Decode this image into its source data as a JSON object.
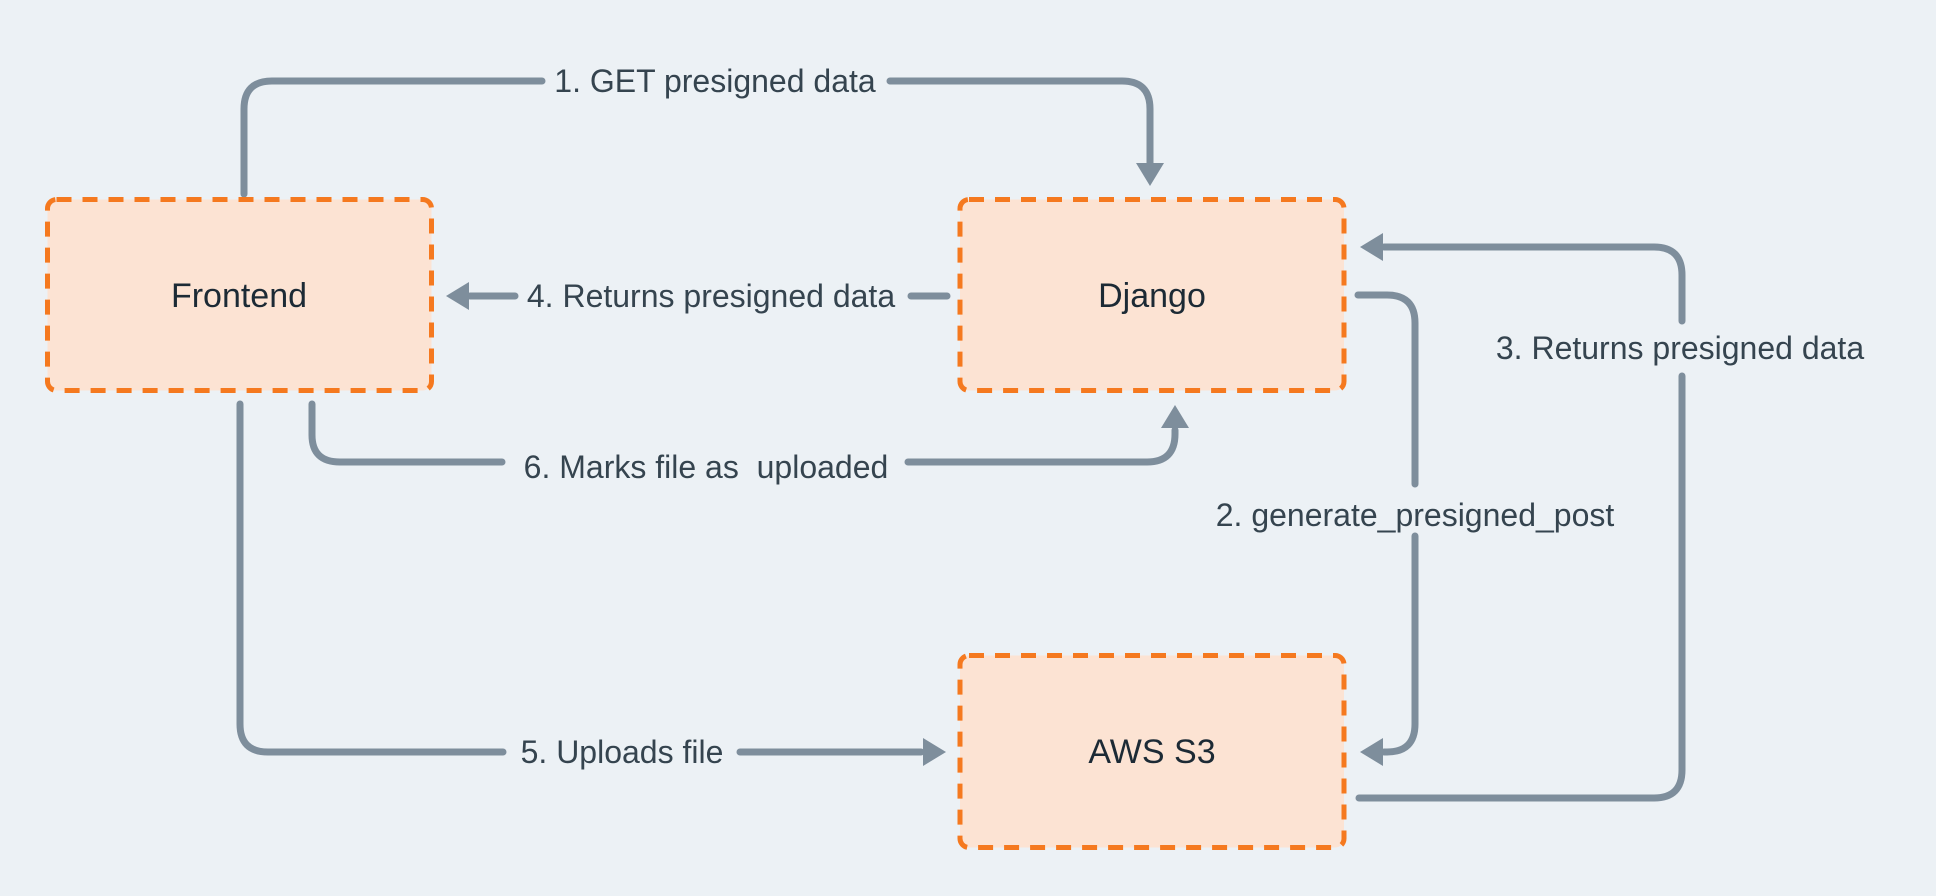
{
  "colors": {
    "bg": "#ecf1f5",
    "node-fill": "#fce3d3",
    "node-border": "#f5791f",
    "arrow": "#7e8e9c",
    "edge-label": "#35444f",
    "node-label": "#1c2a35"
  },
  "nodes": {
    "frontend": {
      "label": "Frontend"
    },
    "django": {
      "label": "Django"
    },
    "aws_s3": {
      "label": "AWS S3"
    }
  },
  "edges": {
    "e1": {
      "label": "1. GET presigned data"
    },
    "e2": {
      "label": "2. generate_presigned_post"
    },
    "e3": {
      "label": "3. Returns presigned data"
    },
    "e4": {
      "label": "4. Returns presigned data"
    },
    "e5": {
      "label": "5. Uploads file"
    },
    "e6": {
      "label": "6. Marks file as  uploaded"
    }
  }
}
